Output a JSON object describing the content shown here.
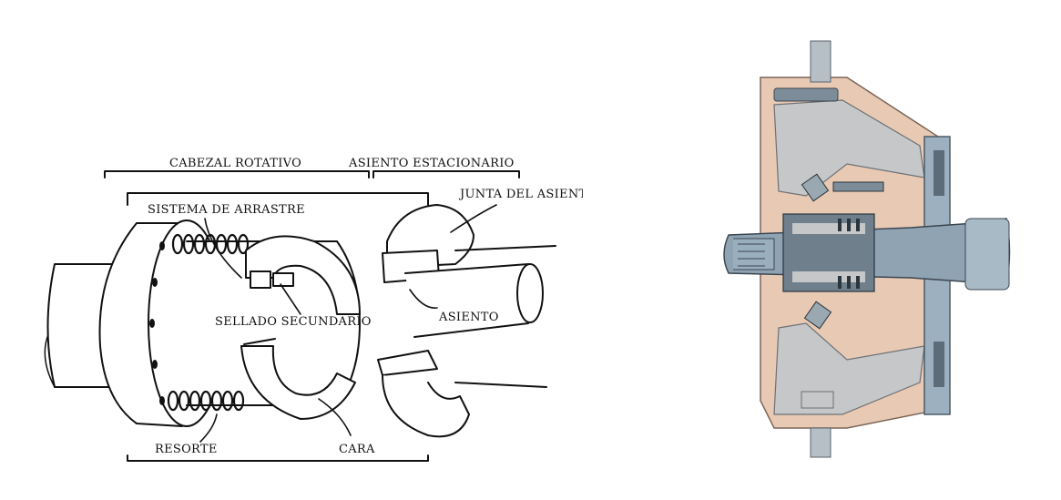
{
  "labels": {
    "cabezal_rotativo": "CABEZAL ROTATIVO",
    "asiento_estacionario": "ASIENTO ESTACIONARIO",
    "sistema_de_arrastre": "SISTEMA DE ARRASTRE",
    "junta_del_asiento": "JUNTA DEL ASIENTO",
    "sellado_secundario": "SELLADO SECUNDARIO",
    "asiento": "ASIENTO",
    "resorte": "RESORTE",
    "cara": "CARA"
  },
  "colors": {
    "ink": "#111111",
    "shaft_steel": "#8fa3b3",
    "housing_tan": "#e8c9b4",
    "cast_gray": "#c5c7c8",
    "dark_steel": "#4b5a66"
  }
}
